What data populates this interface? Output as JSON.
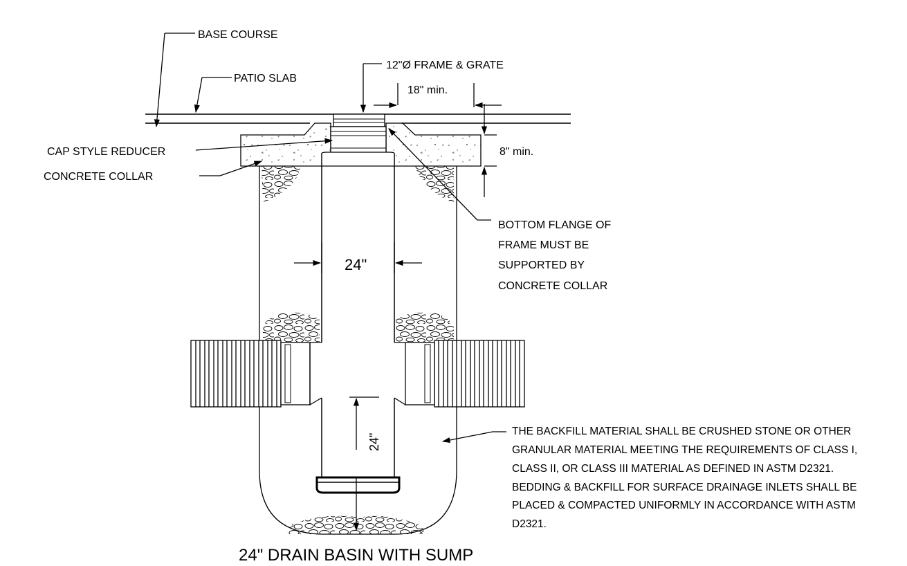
{
  "title": "24\" DRAIN BASIN WITH SUMP",
  "labels": {
    "base_course": "BASE COURSE",
    "patio_slab": "PATIO SLAB",
    "frame_grate": "12\"Ø FRAME & GRATE",
    "cap_reducer": "CAP STYLE REDUCER",
    "concrete_collar": "CONCRETE COLLAR",
    "flange_note": [
      "BOTTOM FLANGE OF",
      "FRAME MUST BE",
      "SUPPORTED BY",
      "CONCRETE COLLAR"
    ],
    "backfill_note": [
      "THE BACKFILL MATERIAL SHALL BE CRUSHED STONE OR OTHER",
      "GRANULAR MATERIAL MEETING THE REQUIREMENTS OF CLASS I,",
      "CLASS II, OR CLASS III MATERIAL AS DEFINED IN ASTM D2321.",
      "BEDDING & BACKFILL FOR SURFACE DRAINAGE INLETS SHALL BE",
      "PLACED & COMPACTED UNIFORMLY IN ACCORDANCE WITH ASTM",
      "D2321."
    ]
  },
  "dimensions": {
    "collar_width": "18\" min.",
    "collar_depth": "8\" min.",
    "basin_diameter": "24\"",
    "sump_depth": "24\""
  }
}
